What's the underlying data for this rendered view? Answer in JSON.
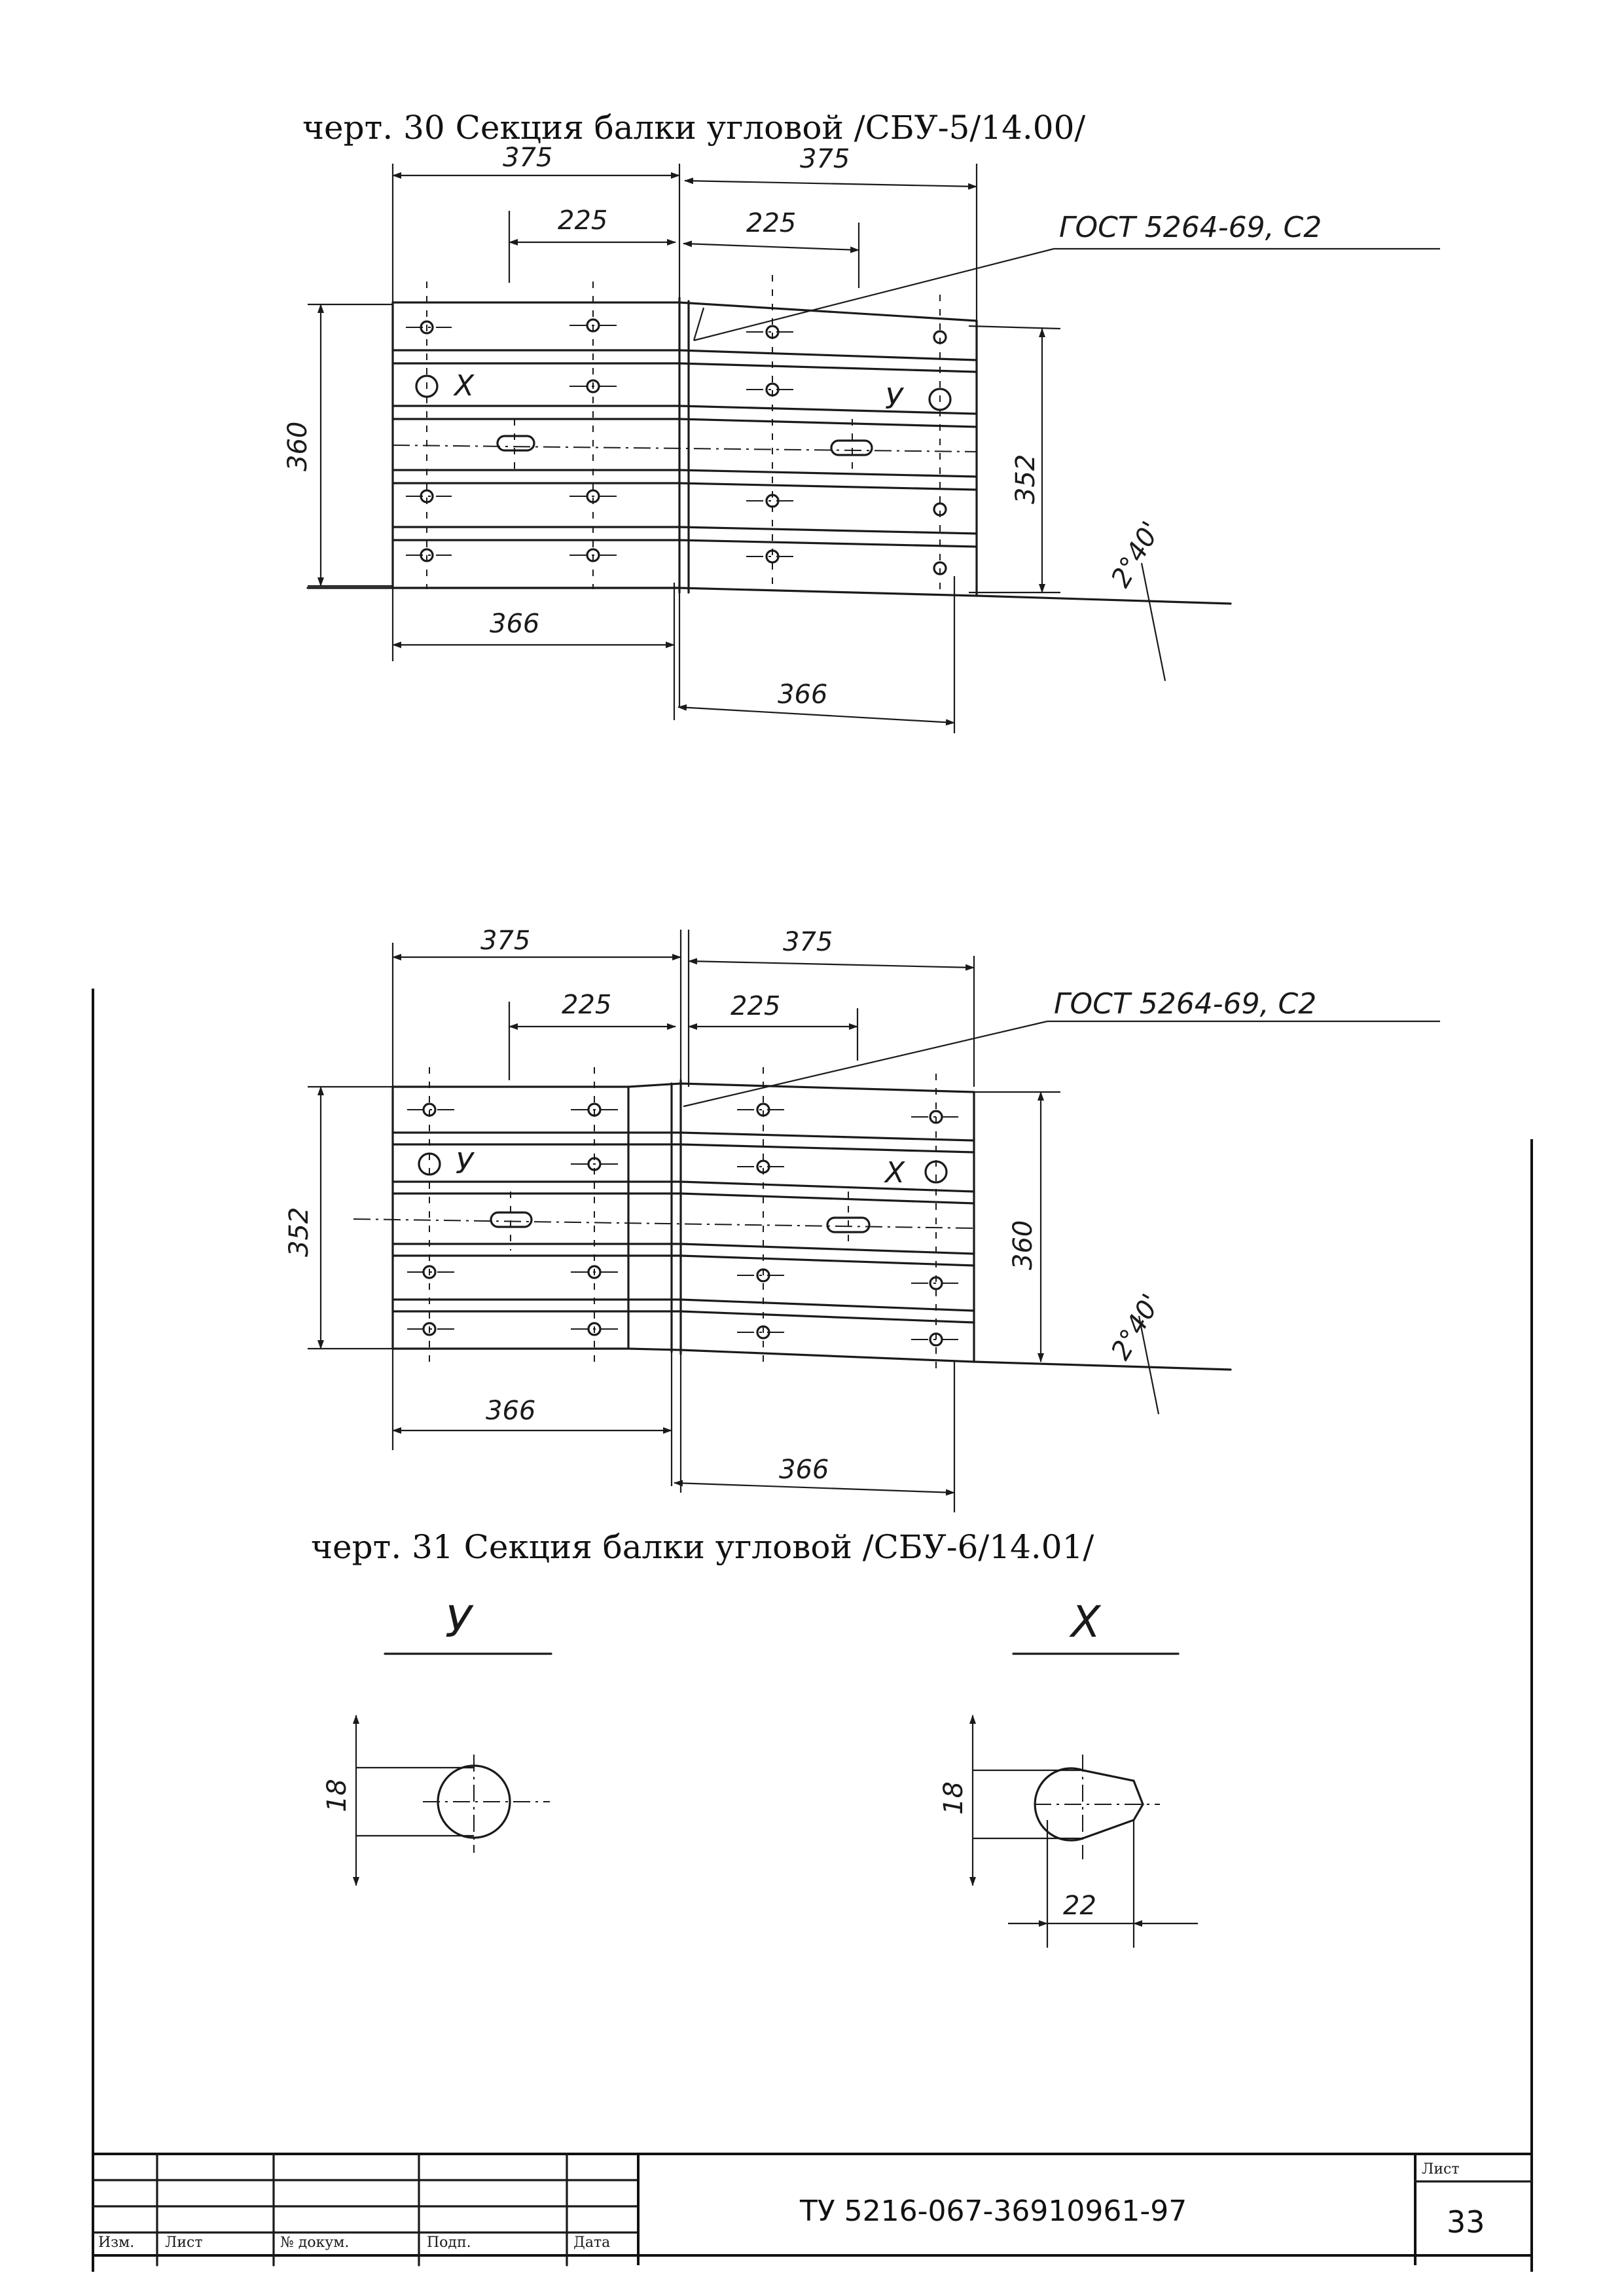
{
  "drawing_30": {
    "caption": "черт. 30  Секция балки угловой /СБУ-5/14.00/",
    "dims": {
      "top_left": "375",
      "top_right": "375",
      "inner_left": "225",
      "inner_right": "225",
      "height_left": "360",
      "height_right": "352",
      "bottom_left": "366",
      "bottom_right": "366",
      "angle": "2°40'"
    },
    "weld_note": "ГОСТ 5264-69, С2",
    "view_left": "X",
    "view_right": "У"
  },
  "drawing_31": {
    "caption": "черт. 31 Секция балки угловой /СБУ-6/14.01/",
    "dims": {
      "top_left": "375",
      "top_right": "375",
      "inner_left": "225",
      "inner_right": "225",
      "height_left": "352",
      "height_right": "360",
      "bottom_left": "366",
      "bottom_right": "366",
      "angle": "2°40'"
    },
    "weld_note": "ГОСТ 5264-69, С2",
    "view_left": "У",
    "view_right": "X"
  },
  "detail_y": {
    "label": "У",
    "dim": "18"
  },
  "detail_x": {
    "label": "X",
    "dim_height": "18",
    "dim_width": "22"
  },
  "title_block": {
    "col_izm": "Изм.",
    "col_list": "Лист",
    "col_doc": "№ докум.",
    "col_sign": "Подп.",
    "col_date": "Дата",
    "document_code": "ТУ 5216-067-36910961-97",
    "sheet_label": "Лист",
    "sheet_number": "33"
  }
}
